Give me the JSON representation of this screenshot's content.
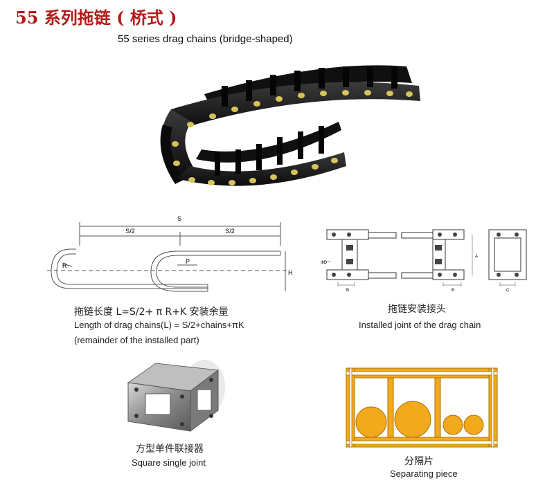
{
  "header": {
    "title": "55 系列拖链 ( 桥式 )",
    "subtitle": "55 series drag chains (bridge-shaped)"
  },
  "dimension_diagram": {
    "labels": {
      "s": "S",
      "s_half_left": "S/2",
      "s_half_right": "S/2",
      "r": "R",
      "p": "P",
      "h": "H"
    },
    "caption_cn": "拖链长度 L=S/2+ π R+K 安装余量",
    "caption_en_1": "Length of drag chains(L) = S/2+chains+πK",
    "caption_en_2": "(remainder of the installed part)"
  },
  "joint_diagram": {
    "labels": {
      "d": "ΦD",
      "a": "A",
      "b1": "B",
      "b2": "B",
      "c": "C"
    },
    "caption_cn": "拖链安装接头",
    "caption_en": "Installed joint of the drag chain"
  },
  "square_joint": {
    "caption_cn": "方型单件联接器",
    "caption_en": "Square single joint"
  },
  "separating_piece": {
    "caption_cn": "分隔片",
    "caption_en": "Separating piece"
  },
  "colors": {
    "title": "#b31a1a",
    "chain": "#161616",
    "pin": "#d8c35a",
    "separator_fill": "#f2a91c"
  }
}
